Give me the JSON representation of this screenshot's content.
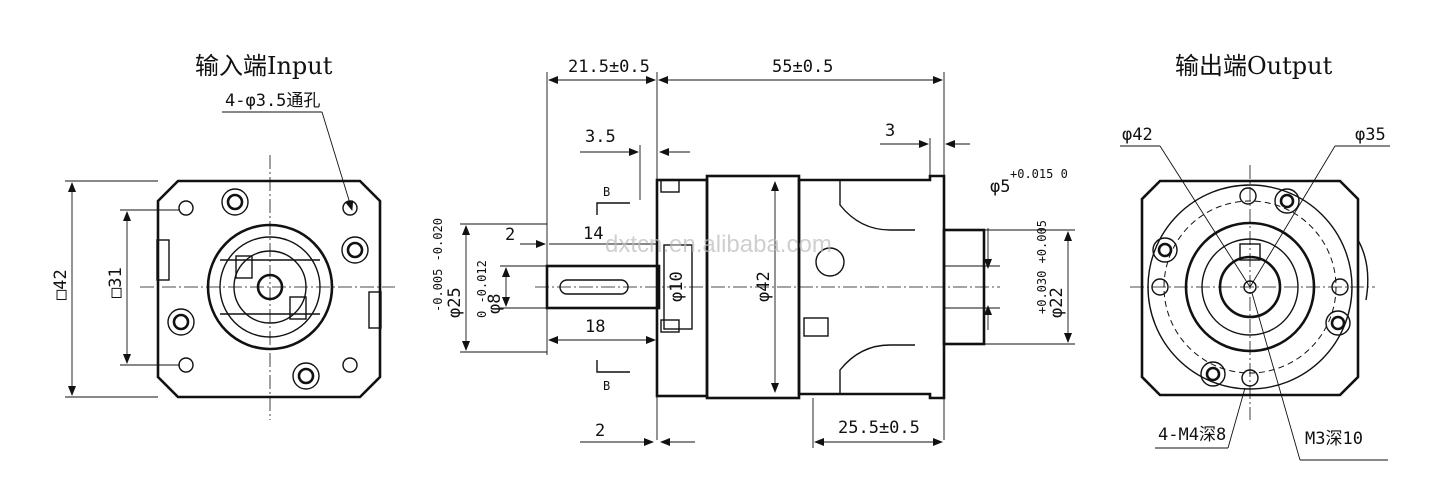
{
  "input_view": {
    "title": "输入端Input",
    "hole_note": "4-φ3.5通孔",
    "dim_outer": "□42",
    "dim_inner": "□31"
  },
  "side_view": {
    "dim_flange_len": "21.5±0.5",
    "dim_body_len": "55±0.5",
    "dim_3_5": "3.5",
    "dim_2_top": "2",
    "dim_14": "14",
    "dim_18": "18",
    "dim_2_bottom": "2",
    "dim_phi10": "φ10",
    "dim_phi42": "φ42",
    "dim_phi25": "φ25",
    "dim_phi25_tol": "-0.005 -0.020",
    "dim_phi8": "φ8",
    "dim_phi8_tol": "0 -0.012",
    "dim_3": "3",
    "dim_phi5": "φ5",
    "dim_phi5_tol": "+0.015 0",
    "dim_phi22": "φ22",
    "dim_phi22_tol": "+0.030 +0.005",
    "dim_25_5": "25.5±0.5",
    "section_b_top": "B",
    "section_b_bottom": "B"
  },
  "output_view": {
    "title": "输出端Output",
    "dim_phi42": "φ42",
    "dim_phi35": "φ35",
    "thread_m4": "4-M4深8",
    "thread_m3": "M3深10"
  },
  "watermark": "dxtcn.en.alibaba.com"
}
